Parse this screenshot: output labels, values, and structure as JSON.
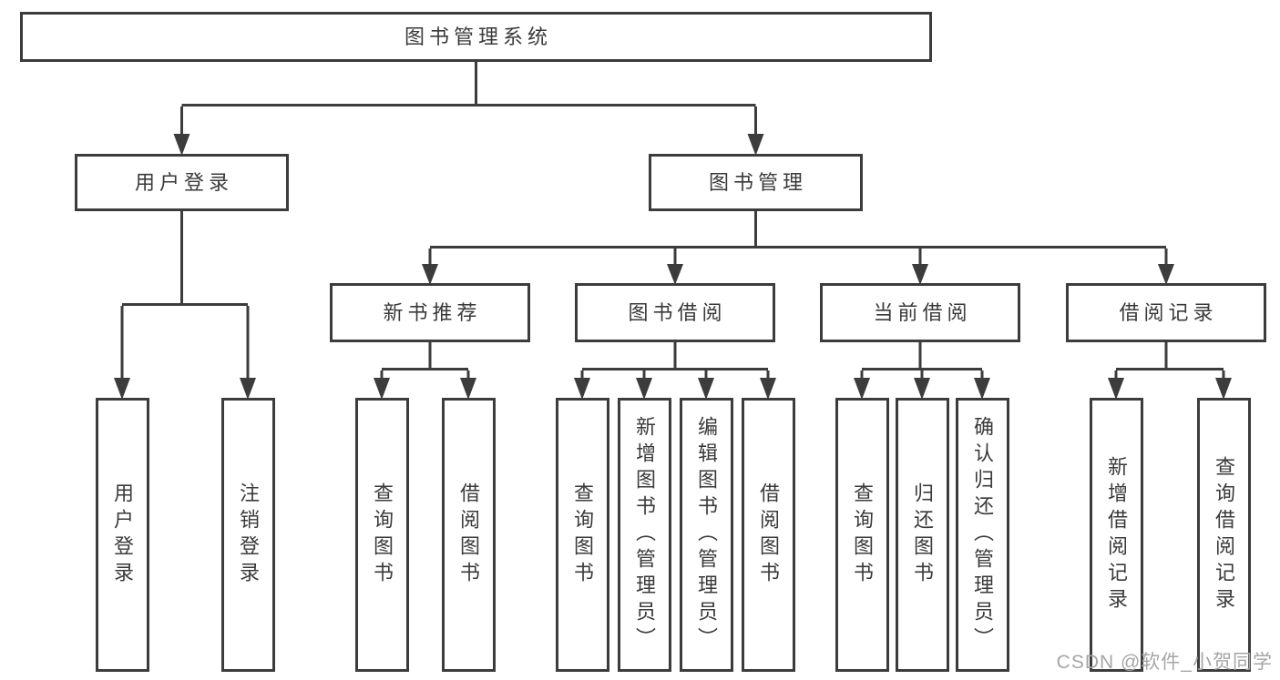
{
  "diagram": {
    "title": "图书管理系统",
    "type": "functional-structure-tree",
    "style": {
      "line_color": "#3c3c3c",
      "box_border_color": "#3c3c3c",
      "text_color": "#3a3a3a",
      "background": "#ffffff",
      "watermark_color": "#a6a6a6"
    },
    "tree": {
      "label": "图书管理系统",
      "children": [
        {
          "label": "用户登录",
          "children": [
            {
              "label": "用户登录"
            },
            {
              "label": "注销登录"
            }
          ]
        },
        {
          "label": "图书管理",
          "children": [
            {
              "label": "新书推荐",
              "children": [
                {
                  "label": "查询图书"
                },
                {
                  "label": "借阅图书"
                }
              ]
            },
            {
              "label": "图书借阅",
              "children": [
                {
                  "label": "查询图书"
                },
                {
                  "label": "新增图书（管理员）"
                },
                {
                  "label": "编辑图书（管理员）"
                },
                {
                  "label": "借阅图书"
                }
              ]
            },
            {
              "label": "当前借阅",
              "children": [
                {
                  "label": "查询图书"
                },
                {
                  "label": "归还图书"
                },
                {
                  "label": "确认归还（管理员）"
                }
              ]
            },
            {
              "label": "借阅记录",
              "children": [
                {
                  "label": "新增借阅记录"
                },
                {
                  "label": "查询借阅记录"
                }
              ]
            }
          ]
        }
      ]
    },
    "watermark": "CSDN @软件_小贺同学"
  }
}
